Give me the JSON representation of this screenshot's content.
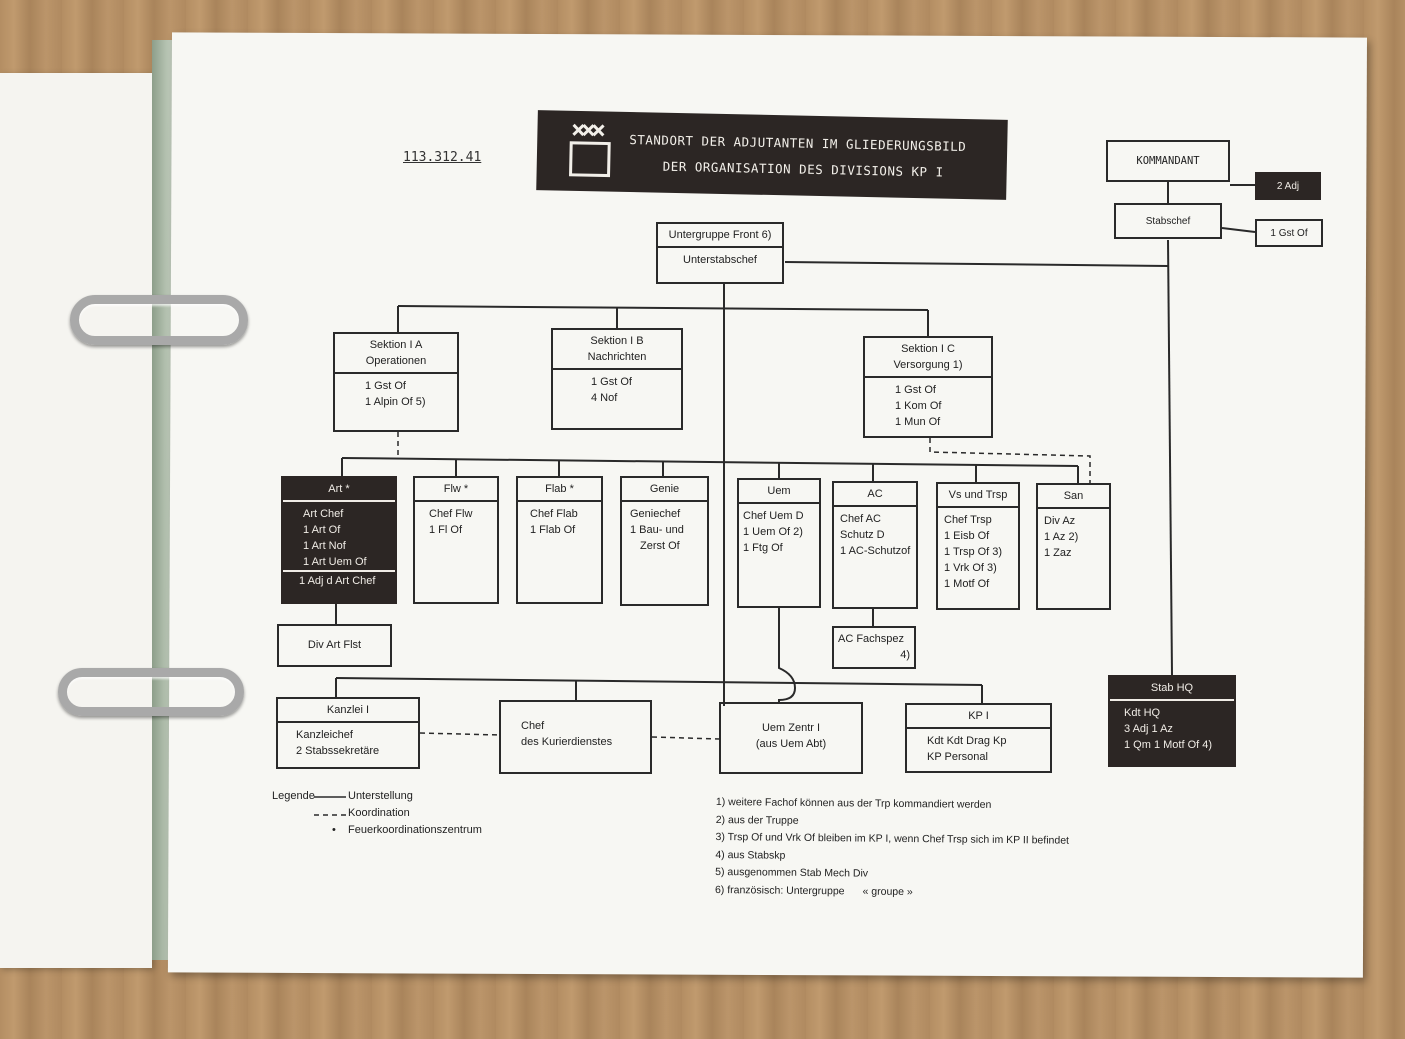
{
  "document": {
    "number": "113.312.41",
    "title_line1": "STANDORT DER ADJUTANTEN IM GLIEDERUNGSBILD",
    "title_line2": "DER ORGANISATION DES DIVISIONS KP I"
  },
  "command": {
    "kommandant": "KOMMANDANT",
    "adj": "2 Adj",
    "stabschef": "Stabschef",
    "gst": "1 Gst Of"
  },
  "front": {
    "title": "Untergruppe Front 6)",
    "sub": "Unterstabschef"
  },
  "sections": [
    {
      "title1": "Sektion I A",
      "title2": "Operationen",
      "items": [
        "1 Gst Of",
        "1 Alpin Of 5)"
      ]
    },
    {
      "title1": "Sektion I B",
      "title2": "Nachrichten",
      "items": [
        "1 Gst Of",
        "4 Nof"
      ]
    },
    {
      "title1": "Sektion I C",
      "title2": "Versorgung 1)",
      "items": [
        "1 Gst Of",
        "1 Kom Of",
        "1 Mun Of"
      ]
    }
  ],
  "branches": {
    "art": {
      "title": "Art *",
      "items": [
        "Art Chef",
        "1 Art Of",
        "1 Art Nof",
        "1 Art Uem Of"
      ],
      "extra": "1 Adj d Art Chef"
    },
    "flw": {
      "title": "Flw *",
      "items": [
        "Chef Flw",
        "1 Fl Of"
      ]
    },
    "flab": {
      "title": "Flab *",
      "items": [
        "Chef Flab",
        "1 Flab Of"
      ]
    },
    "genie": {
      "title": "Genie",
      "items": [
        "Geniechef",
        "1 Bau- und",
        "Zerst Of"
      ]
    },
    "uem": {
      "title": "Uem",
      "items": [
        "Chef Uem D",
        "1 Uem Of 2)",
        "1 Ftg Of"
      ]
    },
    "ac": {
      "title": "AC",
      "items": [
        "Chef AC",
        "Schutz D",
        "1 AC-Schutzof"
      ]
    },
    "vs": {
      "title": "Vs und Trsp",
      "items": [
        "Chef Trsp",
        "1 Eisb Of",
        "1 Trsp Of 3)",
        "1 Vrk Of 3)",
        "1 Motf Of"
      ]
    },
    "san": {
      "title": "San",
      "items": [
        "Div Az",
        "1 Az 2)",
        "1 Zaz"
      ]
    }
  },
  "div_art_flst": "Div Art Flst",
  "ac_fachspez": {
    "line1": "AC Fachspez",
    "line2": "4)"
  },
  "stab_hq": {
    "title": "Stab HQ",
    "items": [
      "Kdt HQ",
      "3 Adj 1 Az",
      "1 Qm 1 Motf Of 4)"
    ]
  },
  "kanzlei": {
    "title": "Kanzlei I",
    "items": [
      "Kanzleichef",
      "2 Stabssekretäre"
    ]
  },
  "kurier": {
    "line1": "Chef",
    "line2": "des Kurierdienstes"
  },
  "uem_zentr": {
    "line1": "Uem Zentr I",
    "line2": "(aus Uem Abt)"
  },
  "kp": {
    "title": "KP I",
    "items": [
      "Kdt Kdt Drag Kp",
      "KP Personal"
    ]
  },
  "legend": {
    "label": "Legende",
    "items": [
      "Unterstellung",
      "Koordination",
      "Feuerkoordinationszentrum"
    ]
  },
  "notes": [
    "1) weitere Fachof können aus der Trp kommandiert werden",
    "2) aus der Truppe",
    "3) Trsp Of und Vrk Of bleiben im KP I, wenn Chef Trsp sich im KP II befindet",
    "4) aus Stabskp",
    "5) ausgenommen Stab Mech Div",
    "6) französisch: Untergruppe"
  ],
  "note6_quote": "« groupe »"
}
